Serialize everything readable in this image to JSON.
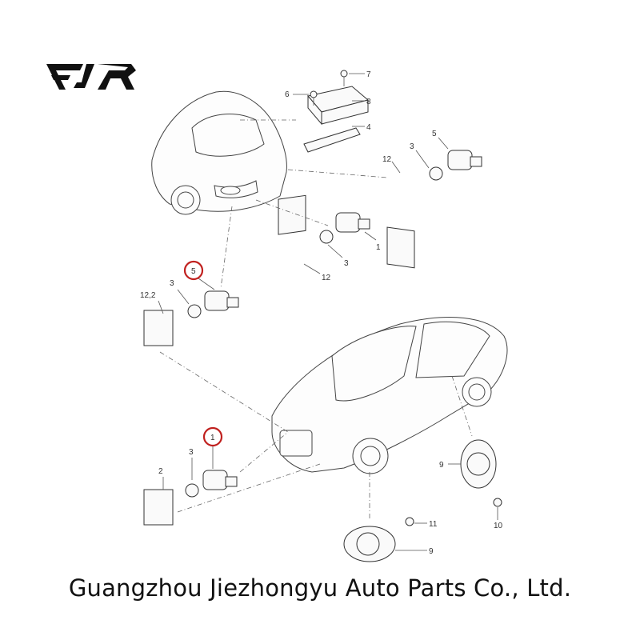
{
  "logo": {
    "text": "FJR"
  },
  "callouts": {
    "c7": "7",
    "c6": "6",
    "c8": "8",
    "c4": "4",
    "c5a": "5",
    "c3a": "3",
    "c12a": "12",
    "c1a": "1",
    "c3b": "3",
    "c12b": "12",
    "c5b": "5",
    "c3c": "3",
    "c122": "12,2",
    "c1b": "1",
    "c3d": "3",
    "c2": "2",
    "c9a": "9",
    "c10": "10",
    "c11": "11",
    "c9b": "9"
  },
  "highlight_color": "#c0201e",
  "footer": {
    "company": "Guangzhou Jiezhongyu Auto Parts Co., Ltd."
  }
}
